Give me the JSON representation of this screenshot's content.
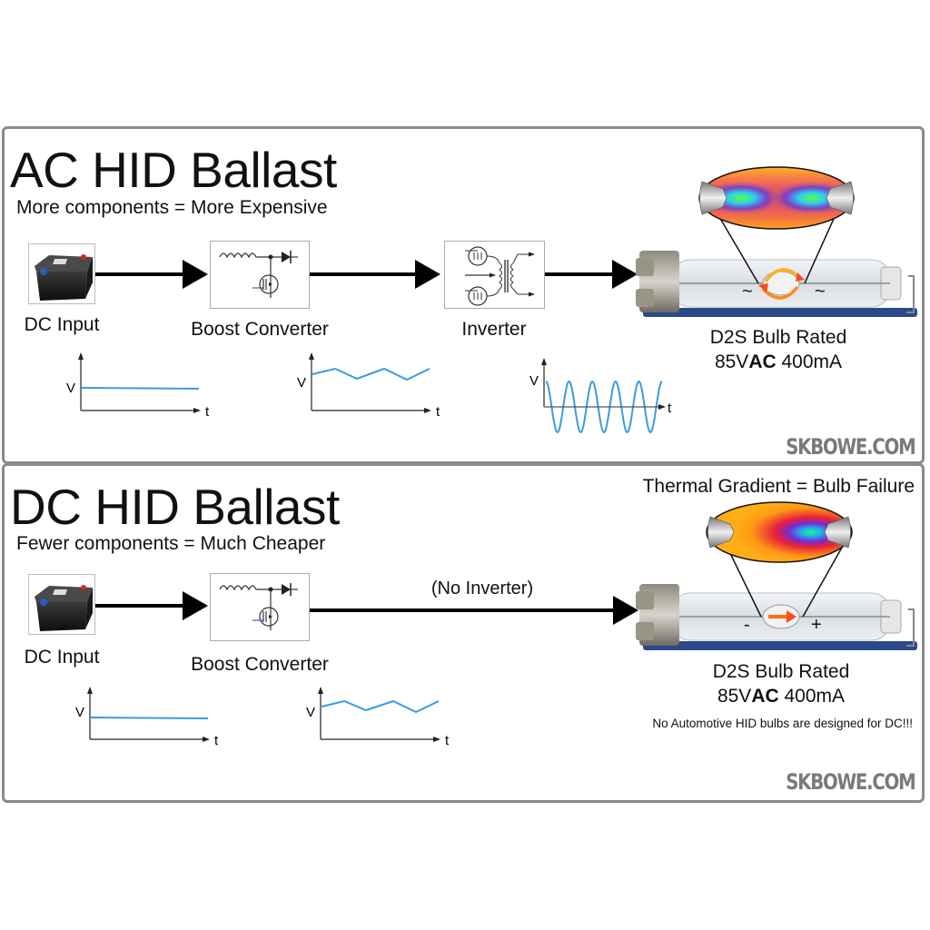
{
  "colors": {
    "panel_border": "#8a8a8a",
    "waveform": "#3b9be0",
    "axis": "#444444",
    "arrow": "#000000",
    "watermark": "#7a7a7a",
    "base_bar": "#2b4a8a"
  },
  "ac_panel": {
    "title": "AC HID Ballast",
    "subtitle": "More components = More Expensive",
    "stages": [
      {
        "label": "DC Input",
        "icon": "battery-icon"
      },
      {
        "label": "Boost Converter",
        "icon": "boost-converter-schematic-icon"
      },
      {
        "label": "Inverter",
        "icon": "inverter-schematic-icon"
      }
    ],
    "bulb": {
      "line1": "D2S Bulb Rated",
      "line2_prefix": "85V",
      "line2_bold": "AC",
      "line2_suffix": " 400mA",
      "left_marker": "~",
      "right_marker": "~",
      "zoom_description": "symmetric arc, hot spots at both electrodes"
    },
    "waveforms": [
      {
        "name": "dc-flat",
        "y_label": "V",
        "x_label": "t",
        "shape": "flat"
      },
      {
        "name": "boost-ripple",
        "y_label": "V",
        "x_label": "t",
        "shape": "sawtooth ripple"
      },
      {
        "name": "ac-sine",
        "y_label": "V",
        "x_label": "t",
        "shape": "sine",
        "cycles": 5
      }
    ],
    "watermark": "SKBOWE.COM"
  },
  "dc_panel": {
    "title": "DC HID Ballast",
    "subtitle": "Fewer components = Much Cheaper",
    "heading_right": "Thermal Gradient = Bulb Failure",
    "stages": [
      {
        "label": "DC Input",
        "icon": "battery-icon"
      },
      {
        "label": "Boost Converter",
        "icon": "boost-converter-schematic-icon"
      }
    ],
    "no_inverter_label": "(No Inverter)",
    "bulb": {
      "line1": "D2S Bulb Rated",
      "line2_prefix": "85V",
      "line2_bold": "AC",
      "line2_suffix": " 400mA",
      "left_marker": "-",
      "right_marker": "+",
      "zoom_description": "asymmetric, hot spot at positive electrode"
    },
    "warning": "No Automotive HID bulbs are designed for DC!!!",
    "waveforms": [
      {
        "name": "dc-flat",
        "y_label": "V",
        "x_label": "t",
        "shape": "flat"
      },
      {
        "name": "boost-ripple",
        "y_label": "V",
        "x_label": "t",
        "shape": "sawtooth ripple"
      }
    ],
    "watermark": "SKBOWE.COM"
  }
}
